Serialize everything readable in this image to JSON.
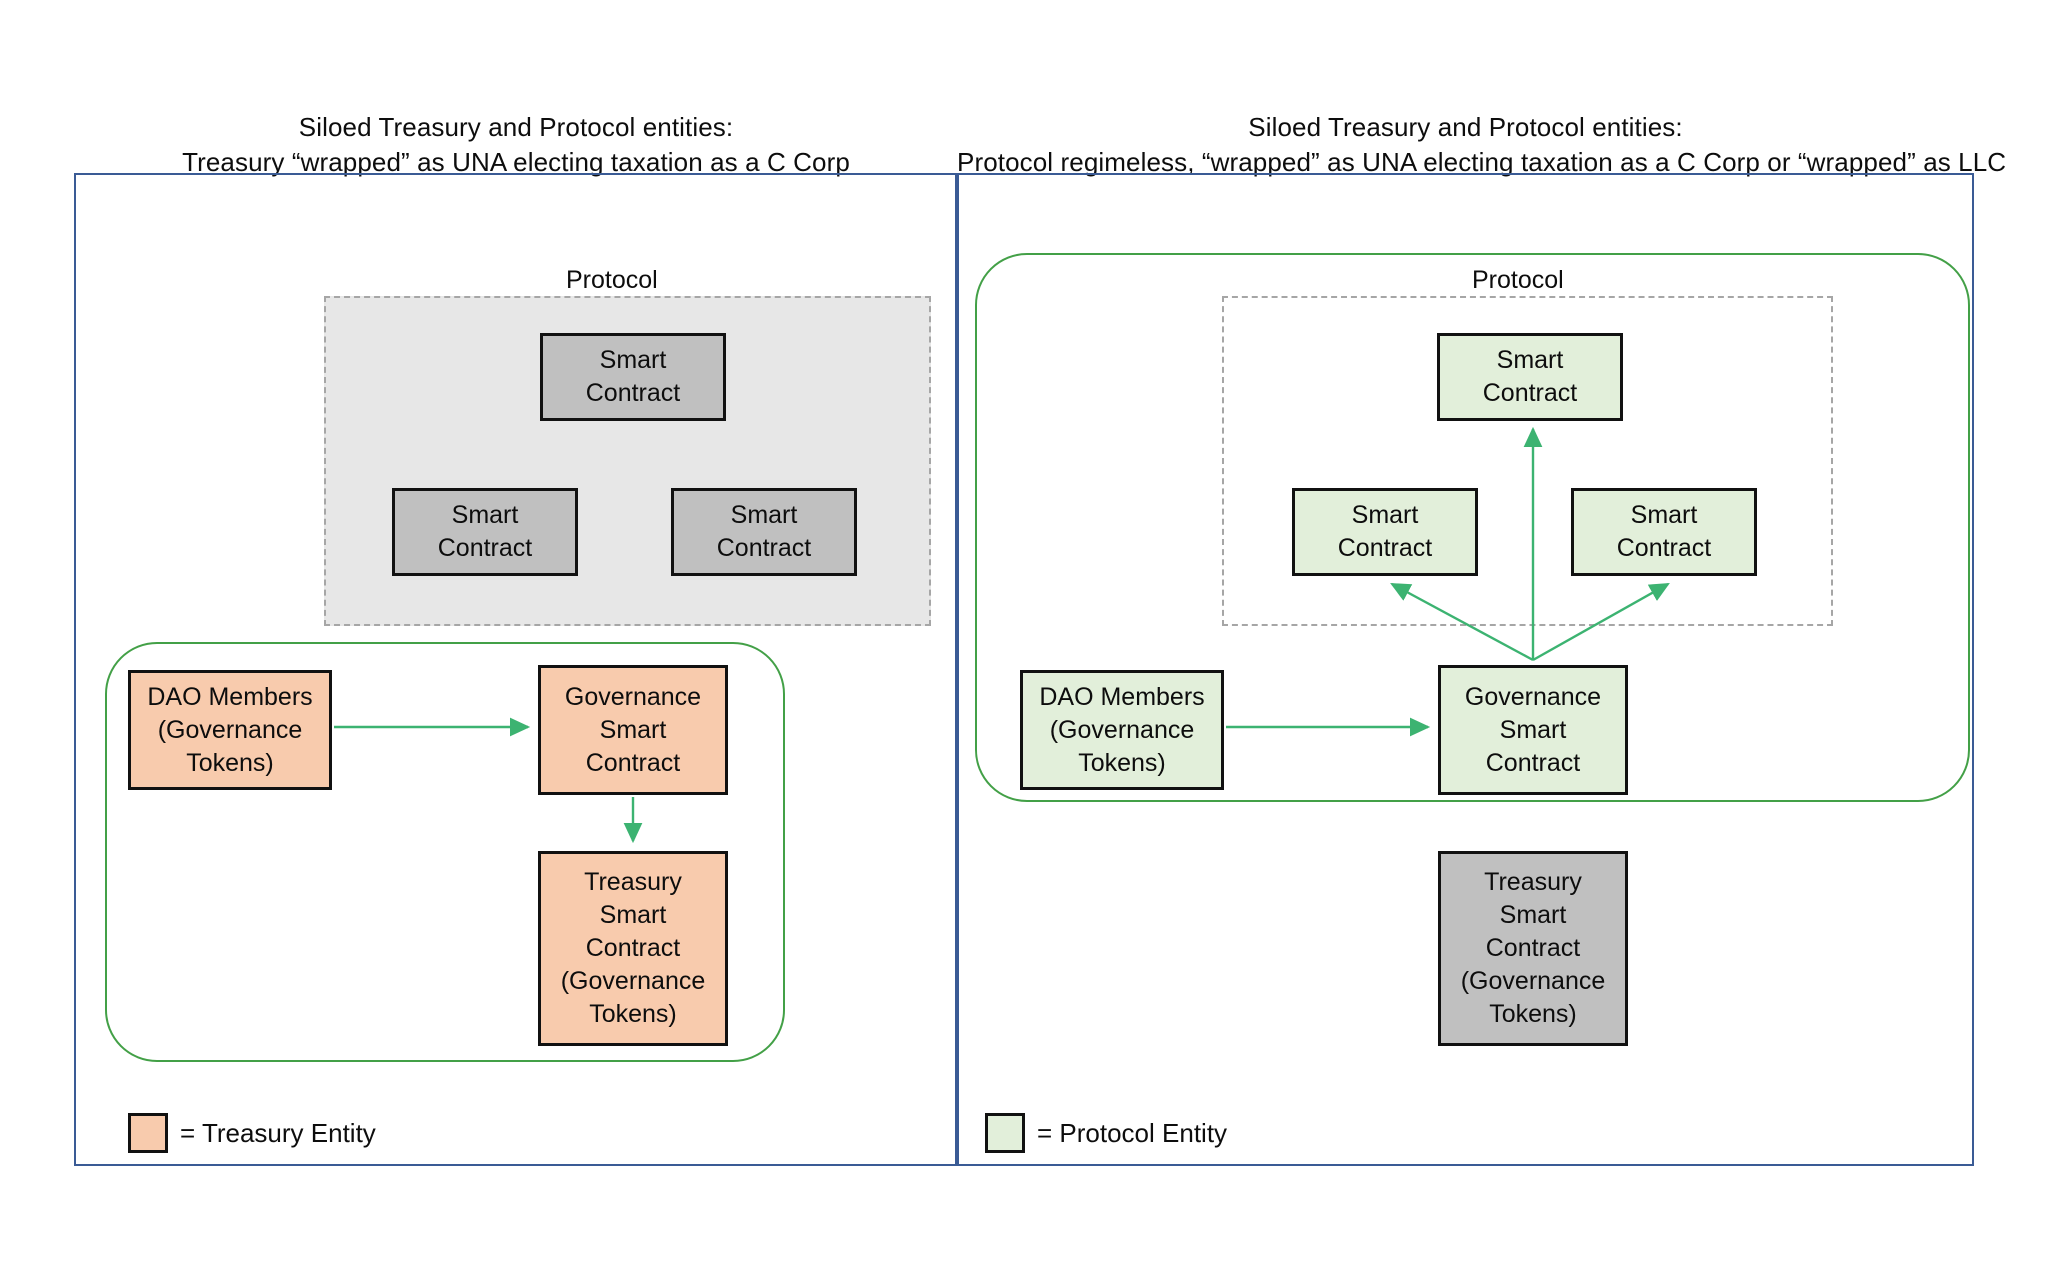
{
  "panels": [
    {
      "id": "left",
      "title_line1": "Siloed Treasury and Protocol entities:",
      "title_line2": "Treasury “wrapped” as UNA electing taxation as a C Corp",
      "protocol_label": "Protocol",
      "nodes": {
        "sc_top": "Smart\nContract",
        "sc_left": "Smart\nContract",
        "sc_right": "Smart\nContract",
        "dao_members": "DAO Members\n(Governance\nTokens)",
        "governance": "Governance\nSmart\nContract",
        "treasury": "Treasury\nSmart\nContract\n(Governance\nTokens)"
      },
      "legend": {
        "label": "= Treasury Entity",
        "color": "#f8cbad"
      }
    },
    {
      "id": "right",
      "title_line1": "Siloed Treasury and Protocol entities:",
      "title_line2": "Protocol regimeless, “wrapped” as UNA electing taxation as a C Corp or “wrapped” as  LLC",
      "protocol_label": "Protocol",
      "nodes": {
        "sc_top": "Smart\nContract",
        "sc_left": "Smart\nContract",
        "sc_right": "Smart\nContract",
        "dao_members": "DAO Members\n(Governance\nTokens)",
        "governance": "Governance\nSmart\nContract",
        "treasury": "Treasury\nSmart\nContract\n(Governance\nTokens)"
      },
      "legend": {
        "label": "= Protocol Entity",
        "color": "#e2efda"
      }
    }
  ],
  "colors": {
    "panel_border": "#3a5b95",
    "protocol_dashed": "#a6a6a6",
    "protocol_fill": "#e7e7e7",
    "entity_outline_green": "#43a047",
    "arrow_green": "#3cb371",
    "node_gray": "#c0c0c0",
    "node_peach": "#f8cbad",
    "node_green": "#e2efda",
    "node_border": "#111111",
    "text": "#0d0d0d"
  }
}
